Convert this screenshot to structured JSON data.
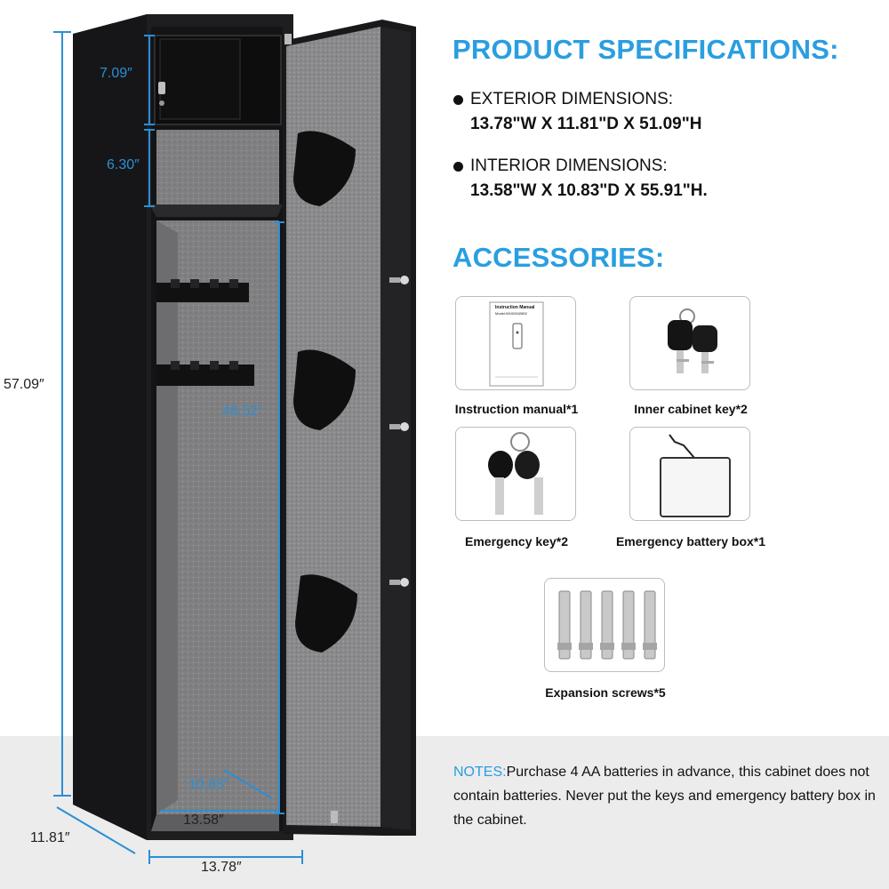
{
  "specifications": {
    "heading": "PRODUCT SPECIFICATIONS:",
    "items": [
      {
        "label": "EXTERIOR DIMENSIONS:",
        "value": "13.78\"W X 11.81\"D X 51.09\"H"
      },
      {
        "label": "INTERIOR DIMENSIONS:",
        "value": "13.58\"W X 10.83\"D X 55.91\"H."
      }
    ]
  },
  "accessories": {
    "heading": "ACCESSORIES:",
    "items": [
      {
        "label": "Instruction manual*1",
        "icon": "instruction-manual-icon"
      },
      {
        "label": "Inner cabinet key*2",
        "icon": "inner-key-icon"
      },
      {
        "label": "Emergency key*2",
        "icon": "emergency-key-icon"
      },
      {
        "label": "Emergency battery box*1",
        "icon": "battery-box-icon"
      },
      {
        "label": "Expansion screws*5",
        "icon": "expansion-screw-icon"
      }
    ],
    "manual_title": "Instruction Manual",
    "manual_model": "Model:W100042852"
  },
  "notes": {
    "prefix": "NOTES:",
    "text": "Purchase 4 AA batteries in advance, this cabinet does not contain batteries. Never put the keys and emergency battery box in the cabinet."
  },
  "dimensions": {
    "height_total": "57.09″",
    "top_box": "7.09″",
    "shelf_gap": "6.30″",
    "interior_height": "48.52″",
    "interior_depth": "10.83″",
    "interior_width": "13.58″",
    "exterior_depth": "11.81″",
    "exterior_width": "13.78″"
  },
  "colors": {
    "accent": "#2a9ee0",
    "dimension_line": "#2b8fd4",
    "cabinet": "#1c1c1e",
    "felt": "#7f7f82"
  }
}
